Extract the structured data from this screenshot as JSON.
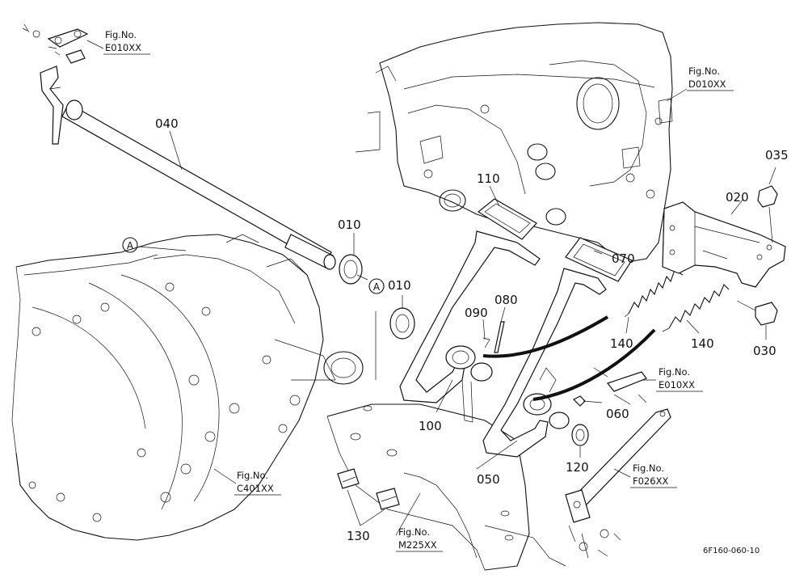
{
  "part_labels": {
    "p040": "040",
    "p010a": "010",
    "p010b": "010",
    "p110": "110",
    "p070": "070",
    "p080": "080",
    "p090": "090",
    "p100": "100",
    "p140a": "140",
    "p140b": "140",
    "p060": "060",
    "p050": "050",
    "p120": "120",
    "p130": "130",
    "p035": "035",
    "p020": "020",
    "p030": "030"
  },
  "callouts": {
    "a1": "A",
    "a2": "A"
  },
  "fig_refs": [
    {
      "title": "Fig.No.",
      "code": "E010XX"
    },
    {
      "title": "Fig.No.",
      "code": "D010XX"
    },
    {
      "title": "Fig.No.",
      "code": "E010XX"
    },
    {
      "title": "Fig.No.",
      "code": "F026XX"
    },
    {
      "title": "Fig.No.",
      "code": "C401XX"
    },
    {
      "title": "Fig.No.",
      "code": "M225XX"
    }
  ],
  "drawing_code": "6F160-060-10"
}
